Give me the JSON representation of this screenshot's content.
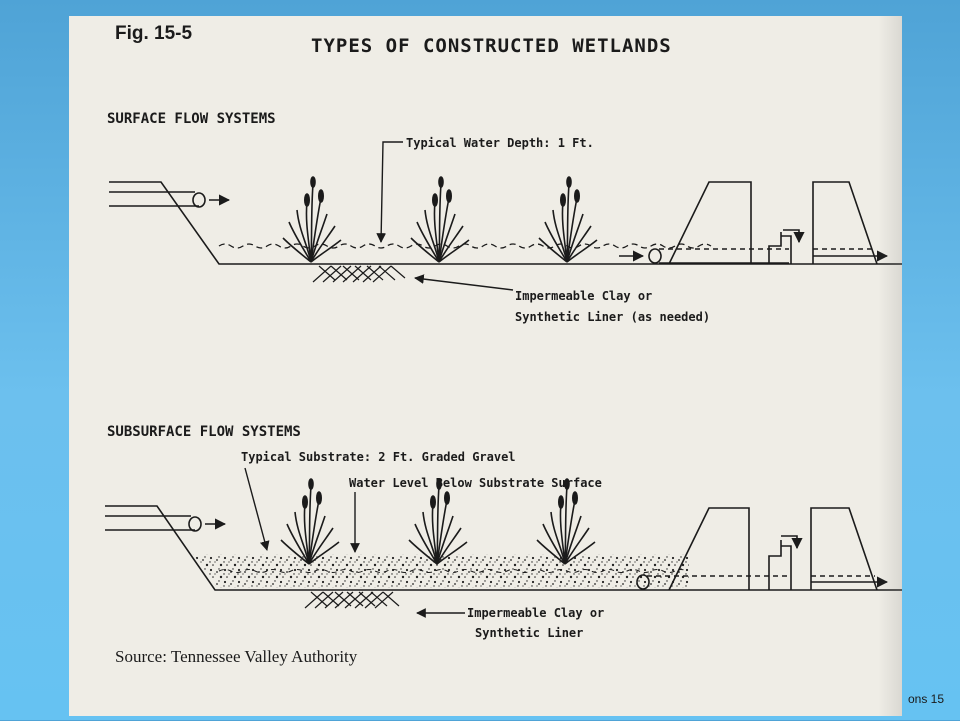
{
  "figure": {
    "fig_label": "Fig. 15-5",
    "title": "TYPES OF CONSTRUCTED WETLANDS",
    "surface": {
      "heading": "SURFACE FLOW SYSTEMS",
      "depth_label": "Typical Water Depth: 1 Ft.",
      "liner_label_line1": "Impermeable Clay or",
      "liner_label_line2": "Synthetic Liner (as needed)"
    },
    "subsurface": {
      "heading": "SUBSURFACE FLOW SYSTEMS",
      "substrate_label": "Typical Substrate: 2 Ft. Graded Gravel",
      "water_level_label": "Water Level Below Substrate Surface",
      "liner_label_line1": "Impermeable Clay or",
      "liner_label_line2": "Synthetic Liner"
    },
    "source": "Source: Tennessee Valley Authority"
  },
  "footer": {
    "slide_text": "ons 15"
  },
  "colors": {
    "background": "#5ab4e6",
    "paper": "#efede6",
    "ink": "#1b1b1b"
  }
}
